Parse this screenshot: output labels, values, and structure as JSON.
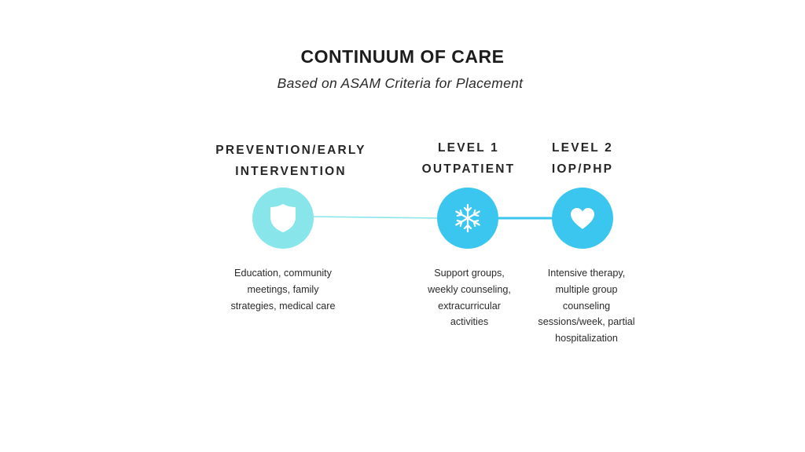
{
  "title": "CONTINUUM OF CARE",
  "subtitle": "Based on ASAM Criteria for Placement",
  "colors": {
    "prevention": "#88E6EA",
    "level1": "#3BC6EF",
    "level2": "#3BC6EF",
    "connector_light": "#88E6EA",
    "connector_dark": "#3BC6EF"
  },
  "stages": [
    {
      "heading": [
        "PREVENTION/EARLY",
        "INTERVENTION"
      ],
      "icon": "shield-icon",
      "description": [
        "Education, community",
        "meetings, family",
        "strategies, medical care"
      ]
    },
    {
      "heading": [
        "LEVEL 1",
        "OUTPATIENT"
      ],
      "icon": "snowflake-icon",
      "description": [
        "Support groups,",
        "weekly counseling,",
        "extracurricular",
        "activities"
      ]
    },
    {
      "heading": [
        "LEVEL 2",
        "IOP/PHP"
      ],
      "icon": "heart-icon",
      "description": [
        "Intensive therapy,",
        "multiple group",
        "counseling",
        "sessions/week, partial",
        "hospitalization"
      ]
    }
  ]
}
